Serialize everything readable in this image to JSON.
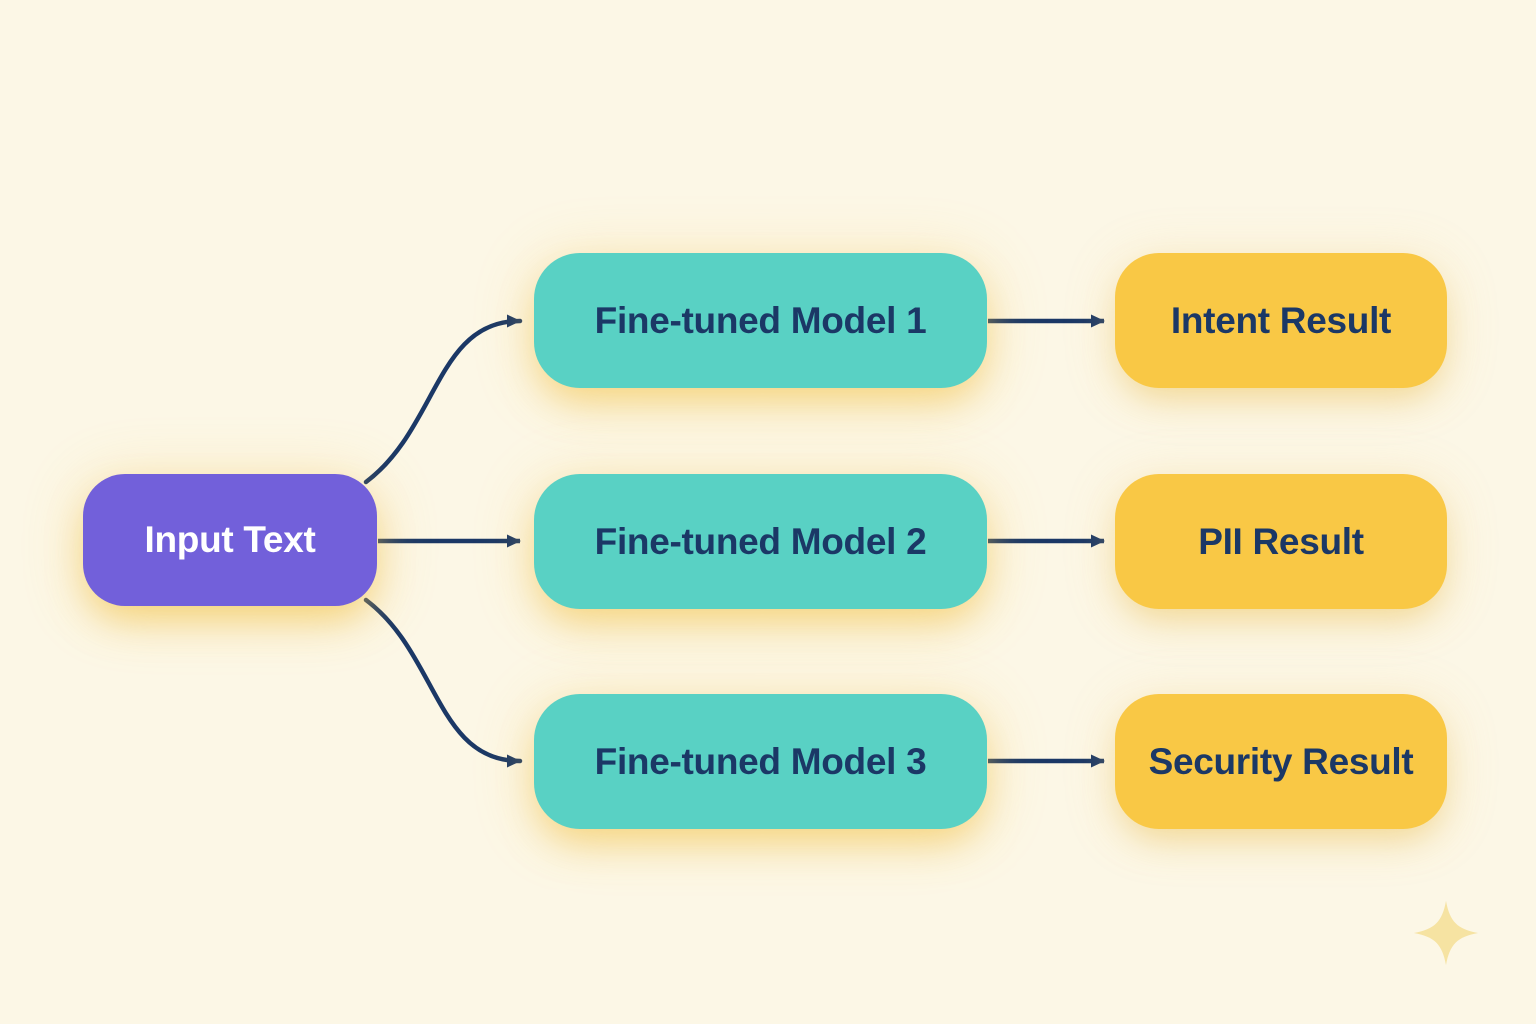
{
  "diagram": {
    "input_node": {
      "label": "Input Text"
    },
    "model_nodes": [
      {
        "label": "Fine-tuned Model 1"
      },
      {
        "label": "Fine-tuned Model 2"
      },
      {
        "label": "Fine-tuned Model 3"
      }
    ],
    "result_nodes": [
      {
        "label": "Intent Result"
      },
      {
        "label": "PII Result"
      },
      {
        "label": "Security Result"
      }
    ],
    "edges": [
      {
        "from": "Input Text",
        "to": "Fine-tuned Model 1"
      },
      {
        "from": "Input Text",
        "to": "Fine-tuned Model 2"
      },
      {
        "from": "Input Text",
        "to": "Fine-tuned Model 3"
      },
      {
        "from": "Fine-tuned Model 1",
        "to": "Intent Result"
      },
      {
        "from": "Fine-tuned Model 2",
        "to": "PII Result"
      },
      {
        "from": "Fine-tuned Model 3",
        "to": "Security Result"
      }
    ]
  },
  "icons": {
    "sparkle": "sparkle-icon"
  },
  "colors": {
    "background": "#FCF7E6",
    "input-fill": "#7260DA",
    "input-text": "#FFFFFF",
    "model-fill": "#59D1C4",
    "result-fill": "#F9C845",
    "ink": "#1B3866",
    "sparkle": "#F6E3A2"
  }
}
